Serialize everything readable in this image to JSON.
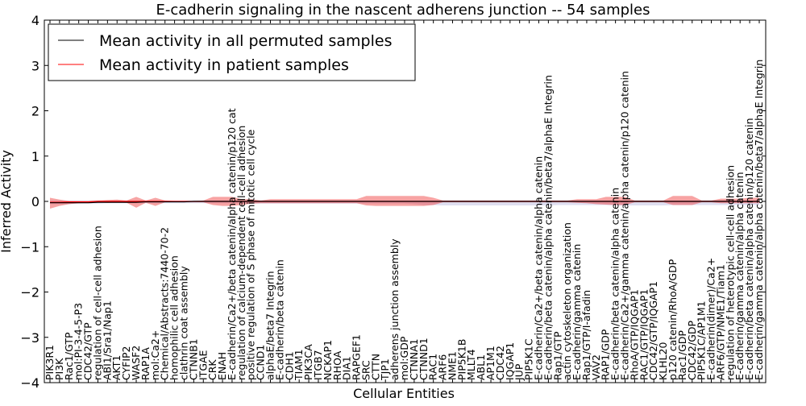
{
  "chart_data": {
    "type": "line",
    "title": "E-cadherin signaling in the nascent adherens junction -- 54 samples",
    "xlabel": "Cellular Entities",
    "ylabel": "Inferred Activity",
    "ylim": [
      -4,
      4
    ],
    "yticks": [
      -4,
      -3,
      -2,
      -1,
      0,
      1,
      2,
      3,
      4
    ],
    "ytick_labels": [
      "−4",
      "−3",
      "−2",
      "−1",
      "0",
      "1",
      "2",
      "3",
      "4"
    ],
    "grid": false,
    "legend_position": "top-left",
    "categories": [
      "PIK3R1",
      "PI3K",
      "Rac1/GTP",
      "mol:PI-3-4-5-P3",
      "CDC42/GTP",
      "regulation of cell-cell adhesion",
      "ABI1/Sra1/Nap1",
      "AKT1",
      "CYFIP2",
      "WASF2",
      "RAP1A",
      "mol:Ca2+",
      "Chemical/Abstracts:7440-70-2",
      "homophilic cell adhesion",
      "clathrin coat assembly",
      "CTNNB1",
      "ITGAE",
      "CRK",
      "ENAH",
      "E-cadherin/Ca2+/beta catenin/alpha catenin/p120 cat",
      "regulation of calcium-dependent cell-cell adhesion",
      "positive regulation of S phase of mitotic cell cycle",
      "CCND1",
      "alphaE/beta7 Integrin",
      "E-cadherin/beta catenin",
      "CDH1",
      "TIAM1",
      "PIK3CA",
      "ITGB7",
      "NCKAP1",
      "RHOA",
      "DIA1",
      "RAPGEF1",
      "SRC",
      "CTTN",
      "TJP1",
      "adherens junction assembly",
      "mol:GDP",
      "CTNNA1",
      "CTNND1",
      "RAC1",
      "ARF6",
      "NME1",
      "PIP5K1B",
      "MLLT4",
      "ABL1",
      "AP1M1",
      "CDC42",
      "IQGAP1",
      "JUP",
      "PIP5K1C",
      "E-cadherin/Ca2+/beta catenin/alpha catenin",
      "E-cadherin/beta catenin/alpha catenin/beta7/alphaE Integrin",
      "Rap1/GTP",
      "actin cytoskeleton organization",
      "E-cadherin/gamma catenin",
      "Rap1/GTP/I-afadin",
      "VAV2",
      "RAP1/GDP",
      "E-cadherin/beta catenin/alpha catenin",
      "E-cadherin/Ca2+/gamma catenin/alpha catenin/p120 catenin",
      "RhoA/GTP/IQGAP1",
      "RAC1/GTP/IQGAP1",
      "CDC42/GTP/IQGAP1",
      "KLHL20",
      "p120 catenin/RhoA/GDP",
      "Rac1/GDP",
      "CDC42/GDP",
      "PIP5K1C/AP1M1",
      "E-cadherin(dimer)/Ca2+",
      "ARF6/GTP/NME1/Tiam1",
      "regulation of heterotypic cell-cell adhesion",
      "E-cadherin/gamma catenin/alpha catenin",
      "E-cadherin/beta catenin/alpha catenin/p120 catenin",
      "E-cadherin/gamma catenin/alpha catenin/beta7/alphaE Integrin"
    ],
    "series": [
      {
        "name": "Mean activity in all permuted samples",
        "color": "#000000",
        "values": [
          -0.03,
          -0.03,
          -0.03,
          -0.03,
          -0.03,
          -0.02,
          -0.02,
          -0.02,
          -0.02,
          -0.02,
          -0.01,
          -0.01,
          -0.01,
          -0.01,
          -0.01,
          0,
          0,
          0,
          0,
          0,
          0,
          0,
          0,
          0,
          0,
          0,
          0,
          0,
          0,
          0,
          0,
          0,
          0,
          0,
          0,
          0,
          0,
          0,
          0,
          0,
          0,
          0,
          0,
          0,
          0,
          0,
          0,
          0,
          0,
          0,
          0,
          0,
          0,
          0,
          0,
          0,
          0,
          0,
          0,
          0,
          0,
          0,
          0,
          0,
          0,
          0,
          0,
          0,
          0,
          0,
          0,
          0,
          0,
          0,
          0
        ],
        "band_upper": [
          0.02,
          0.02,
          0.02,
          0.02,
          0.02,
          0.02,
          0.02,
          0.02,
          0.02,
          0.02,
          0.02,
          0.02,
          0.02,
          0.02,
          0.02,
          0.02,
          0.02,
          0.02,
          0.02,
          0.02,
          0.02,
          0.02,
          0.02,
          0.02,
          0.02,
          0.02,
          0.02,
          0.02,
          0.02,
          0.02,
          0.02,
          0.02,
          0.02,
          0.02,
          0.02,
          0.02,
          0.02,
          0.02,
          0.02,
          0.02,
          0.02,
          0.02,
          0.02,
          0.02,
          0.02,
          0.02,
          0.02,
          0.02,
          0.02,
          0.02,
          0.02,
          0.02,
          0.02,
          0.02,
          0.02,
          0.02,
          0.02,
          0.02,
          0.02,
          0.02,
          0.02,
          0.02,
          0.02,
          0.02,
          0.02,
          0.02,
          0.02,
          0.02,
          0.02,
          0.02,
          0.02,
          0.02,
          0.02,
          0.02,
          0.02
        ],
        "band_lower": [
          -0.06,
          -0.06,
          -0.06,
          -0.05,
          -0.05,
          -0.05,
          -0.04,
          -0.04,
          -0.04,
          -0.04,
          -0.04,
          -0.04,
          -0.04,
          -0.04,
          -0.04,
          -0.04,
          -0.04,
          -0.04,
          -0.04,
          -0.04,
          -0.05,
          -0.05,
          -0.05,
          -0.05,
          -0.05,
          -0.05,
          -0.05,
          -0.05,
          -0.05,
          -0.05,
          -0.05,
          -0.05,
          -0.05,
          -0.05,
          -0.05,
          -0.05,
          -0.05,
          -0.05,
          -0.06,
          -0.08,
          -0.08,
          -0.09,
          -0.09,
          -0.09,
          -0.09,
          -0.09,
          -0.09,
          -0.09,
          -0.09,
          -0.09,
          -0.09,
          -0.09,
          -0.09,
          -0.08,
          -0.08,
          -0.08,
          -0.08,
          -0.08,
          -0.08,
          -0.09,
          -0.09,
          -0.09,
          -0.09,
          -0.09,
          -0.09,
          -0.08,
          -0.08,
          -0.08,
          -0.08,
          -0.08,
          -0.08,
          -0.08,
          -0.08,
          -0.08,
          -0.08
        ]
      },
      {
        "name": "Mean activity in patient samples",
        "color": "#ff0000",
        "values": [
          -0.02,
          -0.02,
          -0.01,
          -0.01,
          -0.01,
          0,
          0,
          0,
          0,
          0,
          0,
          0,
          0,
          0,
          0,
          0,
          0,
          0,
          0,
          0,
          0,
          0,
          0,
          0,
          0,
          0,
          0,
          0,
          0,
          0,
          0,
          0,
          0,
          0,
          0,
          0,
          0,
          0,
          0,
          0,
          0,
          0,
          0,
          0,
          0,
          0,
          0,
          0,
          0,
          0,
          0,
          0,
          0,
          0,
          0,
          0,
          0,
          0,
          0,
          0,
          0,
          0,
          0,
          0,
          0,
          0,
          0,
          0,
          0,
          0,
          0,
          0,
          0,
          0,
          0
        ],
        "band_upper": [
          0.08,
          0.04,
          0.01,
          0.01,
          0.01,
          0.02,
          0.03,
          0.04,
          0.02,
          0.1,
          0.02,
          0.08,
          0.02,
          0.01,
          0.01,
          0.01,
          0.02,
          0.1,
          0.1,
          0.1,
          0.05,
          0.05,
          0.02,
          0.05,
          0.05,
          0.05,
          0.05,
          0.05,
          0.05,
          0.05,
          0.05,
          0.05,
          0.05,
          0.12,
          0.12,
          0.12,
          0.12,
          0.12,
          0.12,
          0.12,
          0.08,
          0.02,
          0.02,
          0.02,
          0.02,
          0.02,
          0.02,
          0.02,
          0.02,
          0.02,
          0.02,
          0.02,
          0.02,
          0.02,
          0.02,
          0.05,
          0.05,
          0.05,
          0.1,
          0.1,
          0.1,
          0.02,
          0.02,
          0.02,
          0.02,
          0.12,
          0.12,
          0.12,
          0.02,
          0.02,
          0.06,
          0.06,
          0.06,
          0.08,
          0.08
        ],
        "band_lower": [
          -0.16,
          -0.1,
          -0.06,
          -0.04,
          -0.03,
          -0.02,
          -0.03,
          -0.02,
          -0.03,
          -0.14,
          -0.03,
          -0.1,
          -0.02,
          -0.02,
          -0.02,
          -0.02,
          -0.02,
          -0.08,
          -0.1,
          -0.1,
          -0.08,
          -0.05,
          -0.04,
          -0.04,
          -0.04,
          -0.04,
          -0.04,
          -0.04,
          -0.04,
          -0.04,
          -0.04,
          -0.04,
          -0.04,
          -0.09,
          -0.1,
          -0.1,
          -0.1,
          -0.1,
          -0.1,
          -0.1,
          -0.08,
          -0.02,
          -0.02,
          -0.02,
          -0.02,
          -0.02,
          -0.02,
          -0.02,
          -0.02,
          -0.02,
          -0.02,
          -0.02,
          -0.02,
          -0.02,
          -0.02,
          -0.03,
          -0.04,
          -0.06,
          -0.07,
          -0.08,
          -0.08,
          -0.02,
          -0.02,
          -0.02,
          -0.02,
          -0.08,
          -0.08,
          -0.08,
          -0.02,
          -0.02,
          -0.04,
          -0.04,
          -0.04,
          -0.04,
          -0.04
        ]
      }
    ]
  }
}
